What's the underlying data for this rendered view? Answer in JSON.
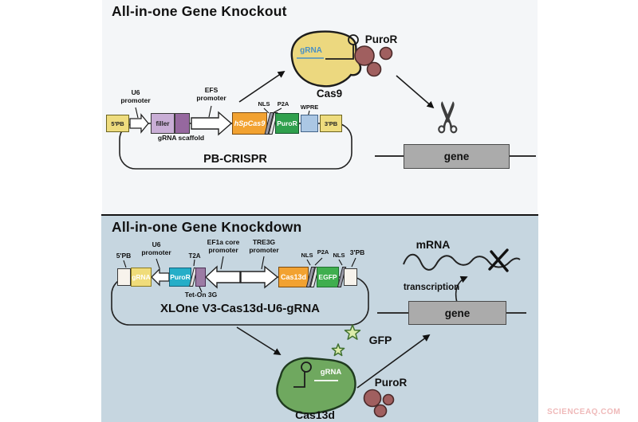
{
  "watermark": "SCIENCEAQ.COM",
  "knockout": {
    "title": "All-in-one Gene Knockout",
    "plasmid": {
      "name": "PB-CRISPR",
      "pb5": "5'PB",
      "u6_promoter": "U6\npromoter",
      "filler": "filler",
      "grna_scaffold": "gRNA scaffold",
      "efs_promoter": "EFS\npromoter",
      "cas9_gene": "hSpCas9",
      "nls": "NLS",
      "p2a": "P2A",
      "puror_gene": "PuroR",
      "wpre": "WPRE",
      "pb3": "3'PB"
    },
    "grna_label": "gRNA",
    "cas9_label": "Cas9",
    "puror_label": "PuroR",
    "gene_label": "gene"
  },
  "knockdown": {
    "title": "All-in-one Gene Knockdown",
    "plasmid": {
      "name": "XLOne V3-Cas13d-U6-gRNA",
      "pb5": "5'PB",
      "grna": "gRNA",
      "u6_promoter": "U6\npromoter",
      "puror_gene": "PuroR",
      "t2a": "T2A",
      "tet_on": "Tet-On 3G",
      "ef1a_promoter": "EF1a core\npromoter",
      "tre3g_promoter": "TRE3G\npromoter",
      "cas13d_gene": "Cas13d",
      "nls_a": "NLS",
      "p2a": "P2A",
      "egfp_gene": "EGFP",
      "nls_b": "NLS",
      "pb3": "3'PB"
    },
    "gfp_label": "GFP",
    "grna_label": "gRNA",
    "cas13d_label": "Cas13d",
    "puror_label": "PuroR",
    "mrna_label": "mRNA",
    "transcription_label": "transcription",
    "gene_label": "gene"
  },
  "colors": {
    "panel_top_bg": "#f4f6f8",
    "panel_bottom_bg": "#c6d6e0",
    "pb_yellow": "#eedc7e",
    "filler_purple": "#c9aed6",
    "scaffold_purple": "#96689f",
    "cas_orange": "#f2a231",
    "puror_green": "#2fa04d",
    "wpre_blue": "#abc7e4",
    "puror_teal": "#25aec8",
    "teton_purple": "#9c7ba4",
    "egfp_green": "#3fae4e",
    "grna_yellow": "#f0dc7a",
    "pb_white": "#f7f3ec",
    "cas9_blob": "#ecd87f",
    "cas13d_blob": "#6fa85f",
    "puror_dot": "#a05f5f",
    "gene_gray": "#ababab",
    "gfp_star": "#dcecaa",
    "grna_blue_text": "#4a90c4"
  }
}
